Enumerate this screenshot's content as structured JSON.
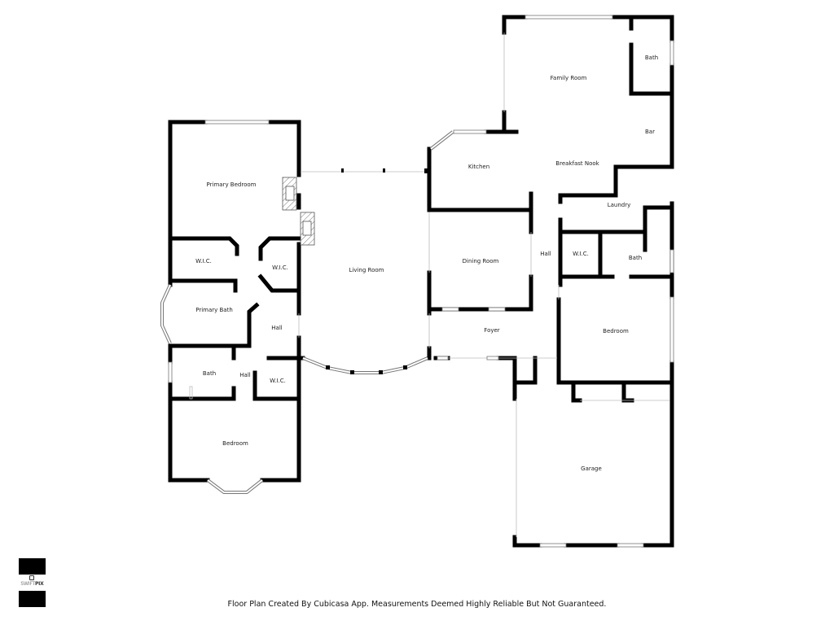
{
  "plan": {
    "rooms": {
      "primary_bedroom": "Primary Bedroom",
      "wic_left_top": "W.I.C.",
      "wic_center": "W.I.C.",
      "primary_bath": "Primary Bath",
      "hall_left": "Hall",
      "bath_left": "Bath",
      "hall_small": "Hall",
      "wic_left_bottom": "W.I.C.",
      "bedroom_left": "Bedroom",
      "living_room": "Living Room",
      "kitchen": "Kitchen",
      "breakfast_nook": "Breakfast Nook",
      "family_room": "Family Room",
      "bath_top_right": "Bath",
      "bar": "Bar",
      "laundry": "Laundry",
      "dining_room": "Dining Room",
      "hall_right": "Hall",
      "wic_right": "W.I.C.",
      "bath_right": "Bath",
      "foyer": "Foyer",
      "bedroom_right": "Bedroom",
      "garage": "Garage"
    }
  },
  "logo": {
    "brand_light": "SWIFT",
    "brand_bold": "PIX"
  },
  "footer": {
    "disclaimer": "Floor Plan Created By Cubicasa App. Measurements Deemed Highly Reliable But Not Guaranteed."
  }
}
